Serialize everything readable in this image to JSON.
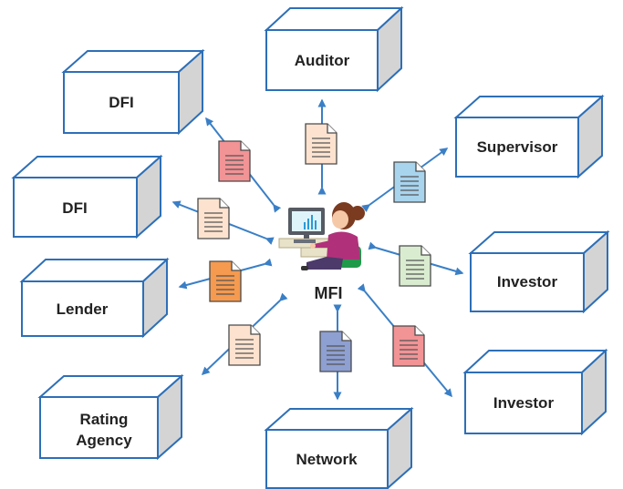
{
  "center": {
    "label": "MFI"
  },
  "nodes": {
    "auditor": "Auditor",
    "supervisor": "Supervisor",
    "investor_1": "Investor",
    "investor_2": "Investor",
    "network": "Network",
    "rating_agency_line1": "Rating",
    "rating_agency_line2": "Agency",
    "lender": "Lender",
    "dfi_2": "DFI",
    "dfi_1": "DFI"
  },
  "colors": {
    "box_stroke": "#2d6fb7",
    "box_side": "#d4d4d4",
    "arrow": "#3a7fc6",
    "doc_peach": "#fde3cf",
    "doc_pink": "#f29396",
    "doc_blue": "#a8d4ee",
    "doc_green": "#d9ecd0",
    "doc_orange": "#f59a4f",
    "doc_purple": "#8e9fd1"
  }
}
